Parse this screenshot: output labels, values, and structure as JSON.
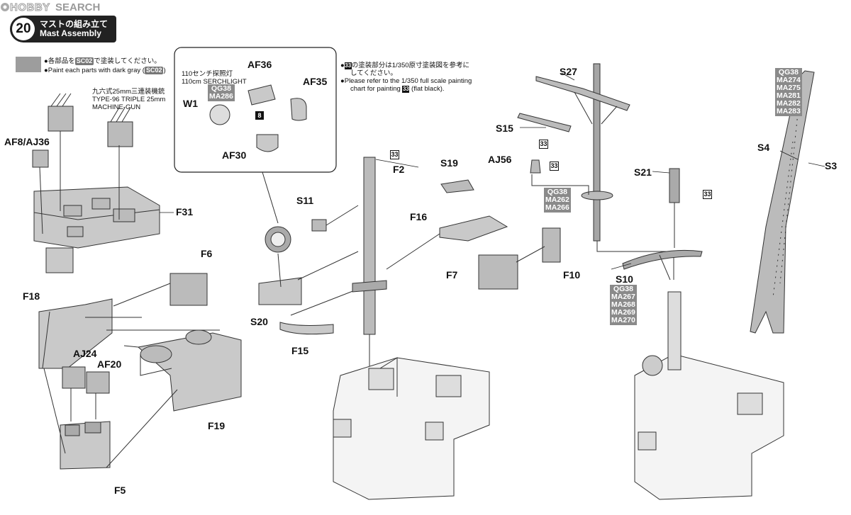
{
  "watermark": {
    "hobby": "HOBBY",
    "search": "SEARCH"
  },
  "step": {
    "number": "20",
    "title_ja": "マストの組み立て",
    "title_en": "Mast Assembly"
  },
  "paint_note": {
    "line1_pre": "●各部品を",
    "line1_code": "SC02",
    "line1_post": "で塗装してください。",
    "line2_pre": "●Paint each parts with dark gray (",
    "line2_code": "SC02",
    "line2_post": ")",
    "swatch_color": "#9d9d9d"
  },
  "machine_gun_note": {
    "ja": "九六式25mm三連装機銃",
    "en1": "TYPE-96 TRIPLE 25mm",
    "en2": "MACHINE-GUN"
  },
  "searchlight_note": {
    "ja": "110センチ探照灯",
    "en": "110cm SERCHLIGHT"
  },
  "mast_paint_note": {
    "line1_pre": "●",
    "line1_ref": "33",
    "line1_post": "の塗装部分は1/350原寸塗装図を参考に",
    "line2": "してください。",
    "line3": "●Please refer to the 1/350 full scale painting",
    "line4_pre": "chart for painting",
    "line4_ref": "33",
    "line4_post": "(flat black)."
  },
  "part_labels": {
    "af8_aj36": "AF8/AJ36",
    "f31": "F31",
    "f6": "F6",
    "f18": "F18",
    "aj24": "AJ24",
    "af20": "AF20",
    "f19": "F19",
    "f5": "F5",
    "w1": "W1",
    "af36": "AF36",
    "af35": "AF35",
    "af30": "AF30",
    "s11": "S11",
    "s20": "S20",
    "f15": "F15",
    "f2": "F2",
    "s19": "S19",
    "f16": "F16",
    "f7": "F7",
    "f10": "F10",
    "aj56": "AJ56",
    "s27": "S27",
    "s15": "S15",
    "s21": "S21",
    "s10": "S10",
    "s4": "S4",
    "s3": "S3"
  },
  "refs": {
    "r33": "33",
    "r8": "8"
  },
  "code_groups": {
    "searchlight": [
      "QG38",
      "MA286"
    ],
    "mast": [
      "QG38",
      "MA262",
      "MA266"
    ],
    "s10": [
      "QG38",
      "MA267",
      "MA268",
      "MA269",
      "MA270"
    ],
    "crane": [
      "QG38",
      "MA274",
      "MA275",
      "MA281",
      "MA282",
      "MA283"
    ]
  }
}
